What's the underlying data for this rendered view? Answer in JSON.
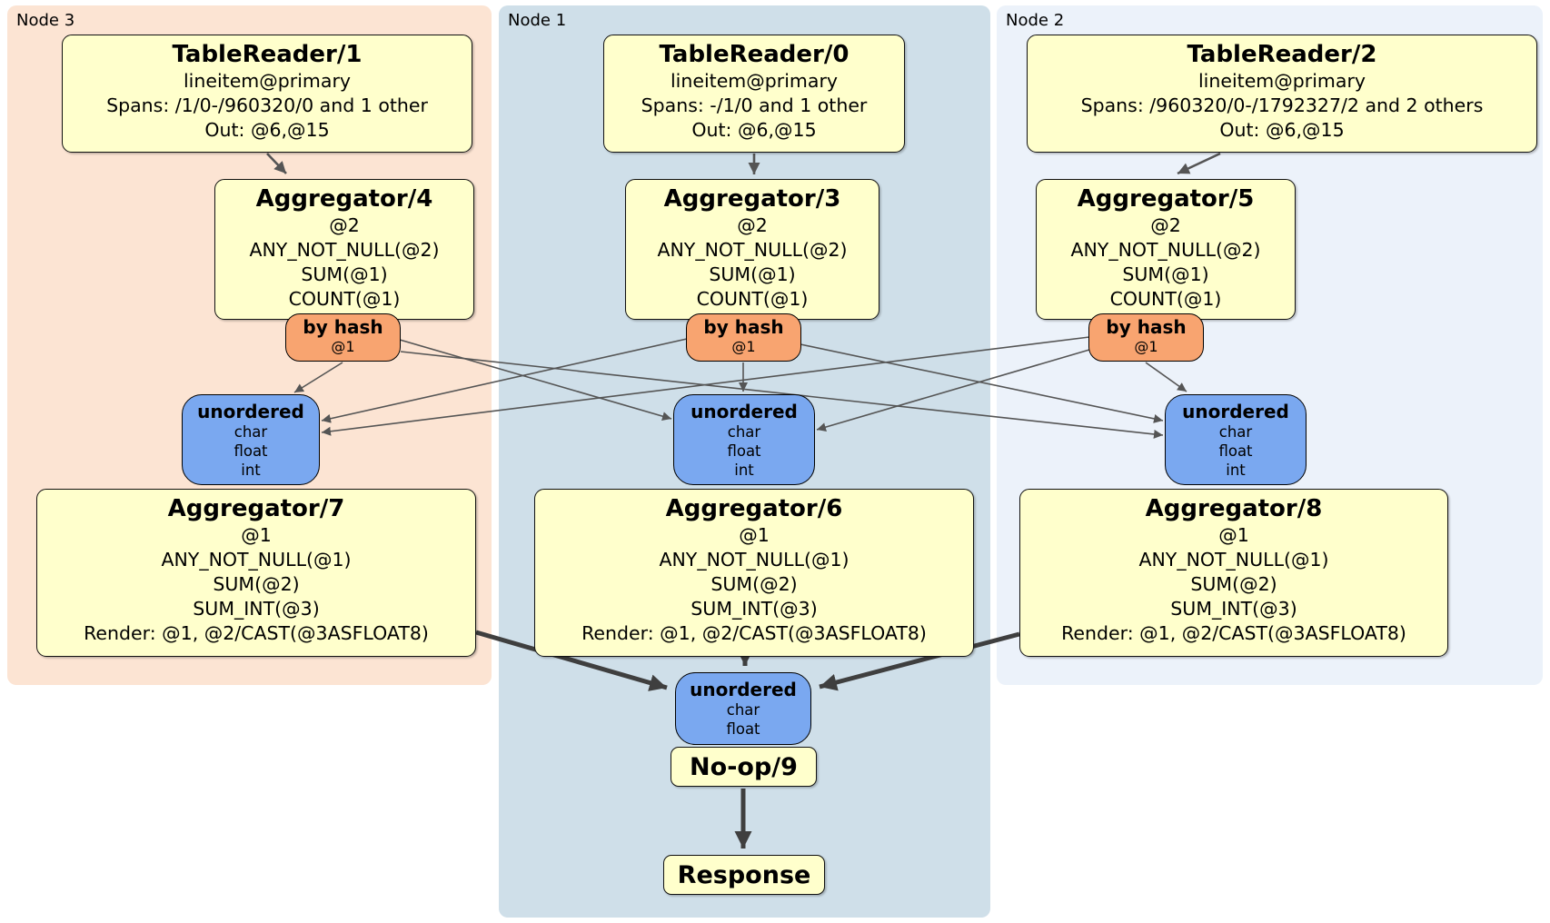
{
  "colors": {
    "node3_panel": "#fce4d3",
    "node1_panel": "#cfdfe9",
    "node2_panel": "#ecf2fa",
    "processor_box": "#ffffcc",
    "router_box": "#f8a470",
    "sync_box": "#7aa8f0",
    "edge_thin": "#555555",
    "edge_thick": "#3f3f3f"
  },
  "nodes": [
    {
      "label": "Node 3",
      "table_reader": {
        "title": "TableReader/1",
        "lines": [
          "lineitem@primary",
          "Spans: /1/0-/960320/0 and 1 other",
          "Out: @6,@15"
        ]
      },
      "top_aggregator": {
        "title": "Aggregator/4",
        "lines": [
          "@2",
          "ANY_NOT_NULL(@2)",
          "SUM(@1)",
          "COUNT(@1)"
        ]
      },
      "router": {
        "title": "by hash",
        "key": "@1"
      },
      "sync": {
        "title": "unordered",
        "items": [
          "char",
          "float",
          "int"
        ]
      },
      "bottom_aggregator": {
        "title": "Aggregator/7",
        "lines": [
          "@1",
          "ANY_NOT_NULL(@1)",
          "SUM(@2)",
          "SUM_INT(@3)",
          "Render: @1, @2/CAST(@3ASFLOAT8)"
        ]
      }
    },
    {
      "label": "Node 1",
      "table_reader": {
        "title": "TableReader/0",
        "lines": [
          "lineitem@primary",
          "Spans: -/1/0 and 1 other",
          "Out: @6,@15"
        ]
      },
      "top_aggregator": {
        "title": "Aggregator/3",
        "lines": [
          "@2",
          "ANY_NOT_NULL(@2)",
          "SUM(@1)",
          "COUNT(@1)"
        ]
      },
      "router": {
        "title": "by hash",
        "key": "@1"
      },
      "sync": {
        "title": "unordered",
        "items": [
          "char",
          "float",
          "int"
        ]
      },
      "bottom_aggregator": {
        "title": "Aggregator/6",
        "lines": [
          "@1",
          "ANY_NOT_NULL(@1)",
          "SUM(@2)",
          "SUM_INT(@3)",
          "Render: @1, @2/CAST(@3ASFLOAT8)"
        ]
      }
    },
    {
      "label": "Node 2",
      "table_reader": {
        "title": "TableReader/2",
        "lines": [
          "lineitem@primary",
          "Spans: /960320/0-/1792327/2 and 2 others",
          "Out: @6,@15"
        ]
      },
      "top_aggregator": {
        "title": "Aggregator/5",
        "lines": [
          "@2",
          "ANY_NOT_NULL(@2)",
          "SUM(@1)",
          "COUNT(@1)"
        ]
      },
      "router": {
        "title": "by hash",
        "key": "@1"
      },
      "sync": {
        "title": "unordered",
        "items": [
          "char",
          "float",
          "int"
        ]
      },
      "bottom_aggregator": {
        "title": "Aggregator/8",
        "lines": [
          "@1",
          "ANY_NOT_NULL(@1)",
          "SUM(@2)",
          "SUM_INT(@3)",
          "Render: @1, @2/CAST(@3ASFLOAT8)"
        ]
      }
    }
  ],
  "final": {
    "sync": {
      "title": "unordered",
      "items": [
        "char",
        "float"
      ]
    },
    "noop": {
      "title": "No-op/9"
    },
    "response": {
      "title": "Response"
    }
  }
}
